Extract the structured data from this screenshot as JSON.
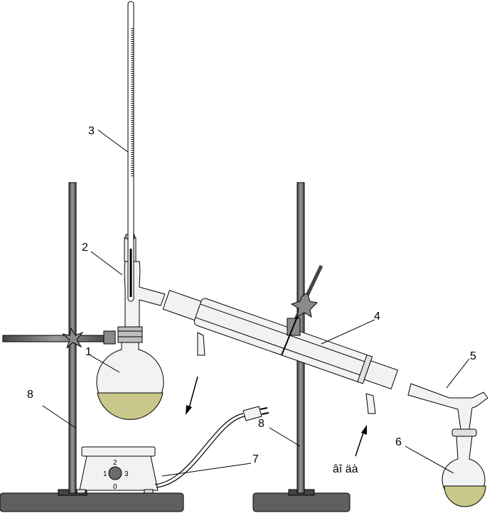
{
  "labels": {
    "flask": "1",
    "still_head": "2",
    "thermometer": "3",
    "condenser": "4",
    "adapter": "5",
    "receiver": "6",
    "heater": "7",
    "stand_left": "8",
    "stand_right": "8"
  },
  "water_flow_label": "âî äà",
  "heater_dial": {
    "top": "2",
    "left": "1",
    "right": "3",
    "bottom": "0"
  },
  "colors": {
    "glass": "#f2f2f2",
    "liquid": "#c9c78a",
    "rod": "#6b6b6b",
    "base": "#5f5f5f",
    "clamp": "#8a8a8a",
    "outline": "#000000"
  }
}
